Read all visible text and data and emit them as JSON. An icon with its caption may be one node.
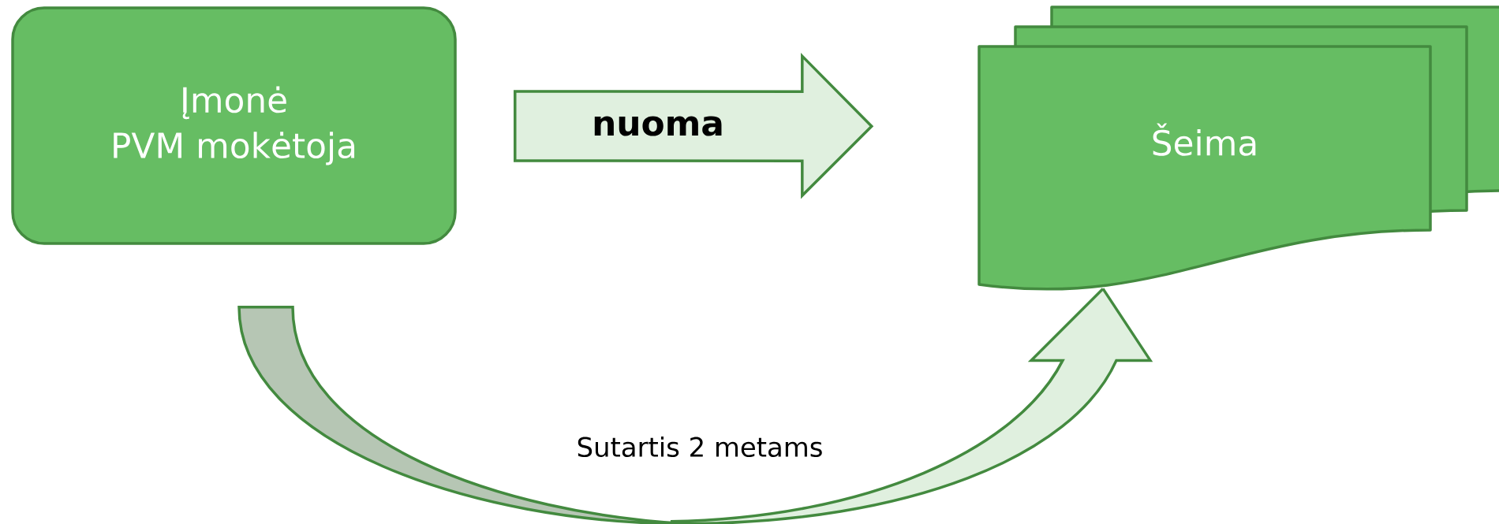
{
  "diagram": {
    "nodes": [
      {
        "text": [
          "Įmonė",
          "PVM mokėtoja"
        ]
      },
      {
        "text": [
          "Šeima"
        ]
      }
    ],
    "edges": [
      {
        "from": 0,
        "to": 1,
        "arrow": "to",
        "label": "nuoma"
      },
      {
        "from": 0,
        "to": 1,
        "arrow": "to",
        "label": "Sutartis 2 metams"
      }
    ]
  }
}
